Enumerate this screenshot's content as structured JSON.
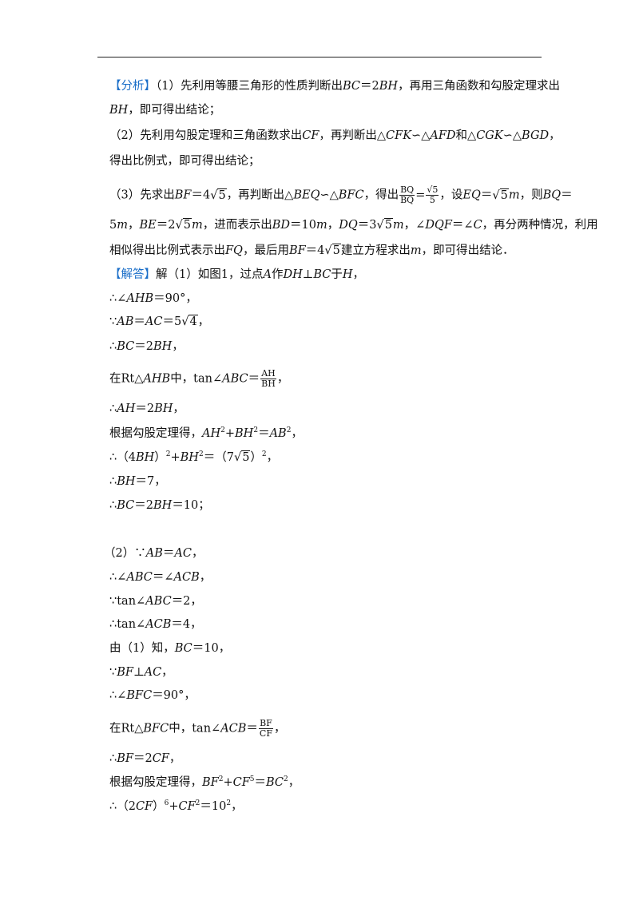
{
  "analysis": {
    "tag": "【分析】",
    "l1": "（1）先利用等腰三角形的性质判断出",
    "l1_bc": "BC",
    "l1_eq": "＝2",
    "l1_bh": "BH",
    "l1_rest": "，再用三角函数和勾股定理求出",
    "l2_bh": "BH",
    "l2_rest": "，即可得出结论；",
    "l3": "（2）先利用勾股定理和三角函数求出",
    "l3_cf": "CF",
    "l3_mid": "，再判断出△",
    "l3_cfk": "CFK",
    "l3_sim1": "∽△",
    "l3_afd": "AFD",
    "l3_and": "和△",
    "l3_cgk": "CGK",
    "l3_sim2": "∽△",
    "l3_bgd": "BGD",
    "l3_end": "，",
    "l4": "得出比例式，即可得出结论；",
    "l5_a": "（3）先求出",
    "l5_bf": "BF",
    "l5_b": "＝4",
    "l5_r5": "5",
    "l5_c": "，再判断出△",
    "l5_beq": "BEQ",
    "l5_sim": "∽△",
    "l5_bfc": "BFC",
    "l5_d": "，得出",
    "l5_fn": "BQ",
    "l5_fd": "BQ",
    "l5_eq": "=",
    "l5_f2n": "5",
    "l5_f2d": "5",
    "l5_e": "，设",
    "l5_eqv": "EQ",
    "l5_f": "＝",
    "l5_r5b": "5",
    "l5_m": "m",
    "l5_g": "，则",
    "l5_bq": "BQ",
    "l5_h": "＝",
    "l6_a": "5",
    "l6_m1": "m",
    "l6_b": "，",
    "l6_be": "BE",
    "l6_c": "＝2",
    "l6_r5": "5",
    "l6_m2": "m",
    "l6_d": "，进而表示出",
    "l6_bd": "BD",
    "l6_e": "＝10",
    "l6_m3": "m",
    "l6_f": "，",
    "l6_dq": "DQ",
    "l6_g": "＝3",
    "l6_r5b": "5",
    "l6_m4": "m",
    "l6_h": "，∠",
    "l6_dqf": "DQF",
    "l6_i": "＝∠",
    "l6_c2": "C",
    "l6_j": "，再分两种情况，利用",
    "l7_a": "相似得出比例式表示出",
    "l7_fq": "FQ",
    "l7_b": "，最后用",
    "l7_bf": "BF",
    "l7_c": "＝4",
    "l7_r5": "5",
    "l7_d": "建立方程求出",
    "l7_m": "m",
    "l7_e": "，即可得出结论．"
  },
  "solution": {
    "tag": "【解答】",
    "s1_a": "解（1）如图1，过点",
    "s1_A": "A",
    "s1_b": "作",
    "s1_dh": "DH",
    "s1_c": "⊥",
    "s1_bc": "BC",
    "s1_d": "于",
    "s1_h": "H",
    "s1_e": "，",
    "s2_a": "∴∠",
    "s2_ahb": "AHB",
    "s2_b": "＝90°，",
    "s3_a": "∵",
    "s3_ab": "AB",
    "s3_b": "＝",
    "s3_ac": "AC",
    "s3_c": "＝5",
    "s3_r": "4",
    "s3_d": "，",
    "s4_a": "∴",
    "s4_bc": "BC",
    "s4_b": "＝2",
    "s4_bh": "BH",
    "s4_c": "，",
    "s5_a": "在Rt△",
    "s5_ahb": "AHB",
    "s5_b": "中，tan∠",
    "s5_abc": "ABC",
    "s5_c": "＝",
    "s5_fn": "AH",
    "s5_fd": "BH",
    "s5_d": "，",
    "s6_a": "∴",
    "s6_ah": "AH",
    "s6_b": "＝2",
    "s6_bh": "BH",
    "s6_c": "，",
    "s7_a": "根据勾股定理得，",
    "s7_ah": "AH",
    "s7_s1": "2",
    "s7_b": "+",
    "s7_bh": "BH",
    "s7_s2": "2",
    "s7_c": "＝",
    "s7_ab": "AB",
    "s7_s3": "2",
    "s7_d": "，",
    "s8_a": "∴（4",
    "s8_bh": "BH",
    "s8_b": "）",
    "s8_s1": "2",
    "s8_c": "+",
    "s8_bh2": "BH",
    "s8_s2": "2",
    "s8_d": "＝（7",
    "s8_r": "5",
    "s8_e": "）",
    "s8_s3": "2",
    "s8_f": "，",
    "s9_a": "∴",
    "s9_bh": "BH",
    "s9_b": "＝7，",
    "s10_a": "∴",
    "s10_bc": "BC",
    "s10_b": "＝2",
    "s10_bh": "BH",
    "s10_c": "＝10；",
    "p2_a": "（2）∵",
    "p2_ab": "AB",
    "p2_b": "＝",
    "p2_ac": "AC",
    "p2_c": "，",
    "p3_a": "∴∠",
    "p3_abc": "ABC",
    "p3_b": "＝∠",
    "p3_acb": "ACB",
    "p3_c": "，",
    "p4_a": "∵tan∠",
    "p4_abc": "ABC",
    "p4_b": "＝2，",
    "p5_a": "∴tan∠",
    "p5_acb": "ACB",
    "p5_b": "＝4，",
    "p6_a": "由（1）知，",
    "p6_bc": "BC",
    "p6_b": "＝10，",
    "p7_a": "∵",
    "p7_bf": "BF",
    "p7_b": "⊥",
    "p7_ac": "AC",
    "p7_c": "，",
    "p8_a": "∴∠",
    "p8_bfc": "BFC",
    "p8_b": "＝90°，",
    "p9_a": "在Rt△",
    "p9_bfc": "BFC",
    "p9_b": "中，tan∠",
    "p9_acb": "ACB",
    "p9_c": "＝",
    "p9_fn": "BF",
    "p9_fd": "CF",
    "p9_d": "，",
    "p10_a": "∴",
    "p10_bf": "BF",
    "p10_b": "＝2",
    "p10_cf": "CF",
    "p10_c": "，",
    "p11_a": "根据勾股定理得，",
    "p11_bf": "BF",
    "p11_s1": "2",
    "p11_b": "+",
    "p11_cf": "CF",
    "p11_s2": "5",
    "p11_c": "＝",
    "p11_bc": "BC",
    "p11_s3": "2",
    "p11_d": "，",
    "p12_a": "∴（2",
    "p12_cf": "CF",
    "p12_b": "）",
    "p12_s1": "6",
    "p12_c": "+",
    "p12_cf2": "CF",
    "p12_s2": "2",
    "p12_d": "＝10",
    "p12_s3": "2",
    "p12_e": "，"
  }
}
